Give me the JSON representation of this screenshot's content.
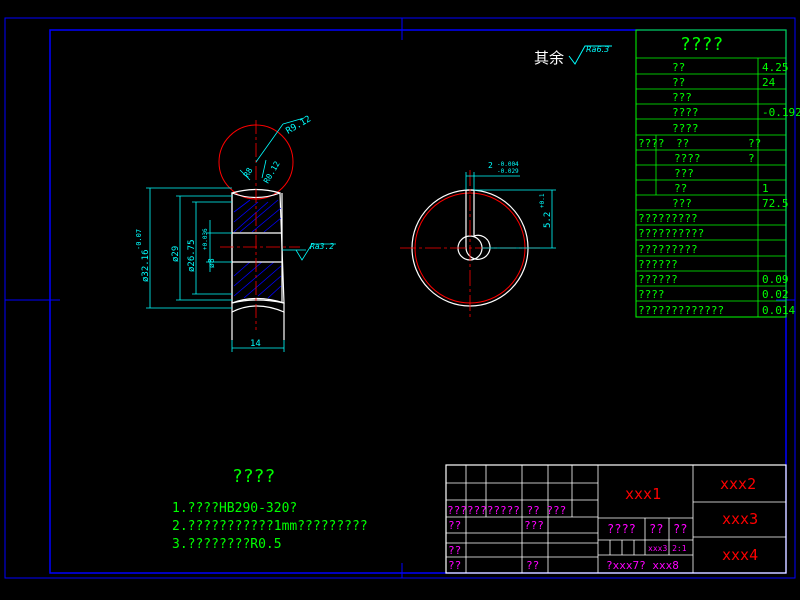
{
  "colors": {
    "background": "#000000",
    "border": "#0000ff",
    "outline": "#ffffff",
    "dimension": "#00ffff",
    "table": "#00ff00",
    "centerline": "#ff0000",
    "hatch": "#0000ff",
    "title_red": "#ff0000",
    "title_magenta": "#ff00ff"
  },
  "surface_note": {
    "prefix": "其余",
    "roughness": "Ra6.3"
  },
  "param_table": {
    "title": "????",
    "rows": [
      {
        "label": "??",
        "value": "4.25"
      },
      {
        "label": "??",
        "value": "24"
      },
      {
        "label": "???",
        "value": ""
      },
      {
        "label": "????",
        "value": "-0.192"
      },
      {
        "label": "????",
        "value": ""
      },
      {
        "label": "????",
        "sublabel": "??",
        "value": "??"
      },
      {
        "label": "",
        "sublabel": "????",
        "value": "?"
      },
      {
        "label": "",
        "sublabel": "???",
        "value": ""
      },
      {
        "label": "",
        "sublabel": "??",
        "value": "1"
      },
      {
        "label": "???",
        "value": "72.5"
      },
      {
        "label": "?????????",
        "value": ""
      },
      {
        "label": "??????????",
        "value": ""
      },
      {
        "label": "?????????",
        "value": ""
      },
      {
        "label": "??????",
        "value": ""
      },
      {
        "label": "??????",
        "value": "0.09"
      },
      {
        "label": "????",
        "value": "0.02"
      },
      {
        "label": "?????????????",
        "value": "0.014"
      }
    ]
  },
  "left_view": {
    "dims": {
      "outer_dia": "ø32.16",
      "outer_tol": "-0.07",
      "dia_29": "ø29",
      "dia_2675": "ø26.75",
      "bore_dia": "ø8",
      "bore_tol": "+0.036",
      "width": "14",
      "r_outer": "R9.12",
      "r_mid": "R8",
      "r_inner": "R0.12",
      "roughness": "Ra3.2"
    }
  },
  "right_view": {
    "dims": {
      "keyway_width": "2",
      "keyway_tol_top": "-0.004",
      "keyway_tol_bottom": "-0.029",
      "keyway_depth": "5.2",
      "keyway_depth_tol": "+0.1"
    }
  },
  "notes": {
    "title": "????",
    "lines": [
      "1.????HB290-320?",
      "2.???????????1mm?????????",
      "3.????????R0.5"
    ]
  },
  "title_block": {
    "name1": "xxx1",
    "name2": "xxx2",
    "name3": "xxx3",
    "name4": "xxx4",
    "row_labels": "??????????? ?? ???",
    "cell_a": "??",
    "cell_b": "???",
    "cell_c": "??",
    "cell_d": "??",
    "cell_e": "??",
    "mid_label": "????",
    "mid_q1": "??",
    "mid_q2": "??",
    "scale": "xxx3 2:1",
    "bottom": "?xxx7?  xxx8"
  }
}
